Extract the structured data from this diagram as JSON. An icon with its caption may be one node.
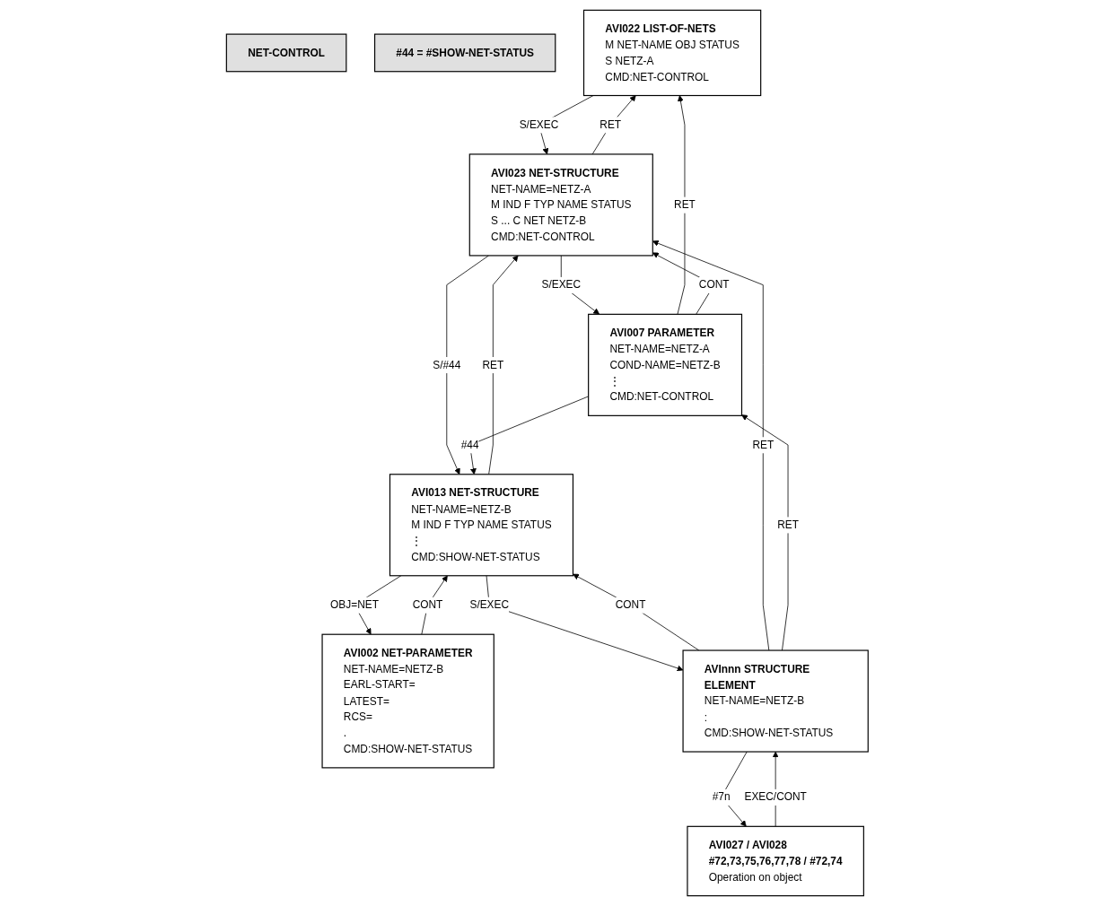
{
  "diagram": {
    "nodes": [
      {
        "text": [
          "NET-CONTROL"
        ]
      },
      {
        "text": [
          "#44 = #SHOW-NET-STATUS"
        ]
      },
      {
        "text": [
          "AVI022 LIST-OF-NETS",
          "M NET-NAME OBJ STATUS",
          "S NETZ-A",
          "CMD:NET-CONTROL"
        ]
      },
      {
        "text": [
          "AVI002 NET-PARAMETER",
          "NET-NAME=NETZ-B",
          "EARL-START=",
          "LATEST=",
          "RCS=",
          ".",
          "CMD:SHOW-NET-STATUS"
        ]
      },
      {
        "text": [
          "AVI023 NET-STRUCTURE",
          "NET-NAME=NETZ-A",
          "M IND F TYP NAME STATUS",
          "S ... C NET NETZ-B",
          "CMD:NET-CONTROL"
        ]
      },
      {
        "text": [
          "AVI013 NET-STRUCTURE",
          "NET-NAME=NETZ-B",
          "M IND F TYP NAME STATUS",
          "⋮",
          "CMD:SHOW-NET-STATUS"
        ]
      },
      {
        "text": [
          "AVI007 PARAMETER",
          "NET-NAME=NETZ-A",
          "COND-NAME=NETZ-B",
          "⋮",
          "CMD:NET-CONTROL"
        ]
      },
      {
        "text": [
          "AVInnn STRUCTURE ELEMENT",
          "NET-NAME=NETZ-B",
          ":",
          "CMD:SHOW-NET-STATUS"
        ]
      },
      {
        "text": [
          "AVI027 / AVI028",
          "#72,73,75,76,77,78 / #72,74",
          "Operation on object"
        ]
      }
    ],
    "edges": [
      {
        "from": 2,
        "to": 4,
        "arrow": "to",
        "label": "S/EXEC"
      },
      {
        "from": 4,
        "to": 2,
        "arrow": "to",
        "label": "RET"
      },
      {
        "from": 6,
        "to": 2,
        "arrow": "to",
        "label": "RET"
      },
      {
        "from": 6,
        "to": 4,
        "arrow": "to",
        "label": "CONT"
      },
      {
        "from": 4,
        "to": 6,
        "arrow": "to",
        "label": "S/EXEC"
      },
      {
        "from": 3,
        "to": 5,
        "arrow": "to",
        "label": "CONT"
      },
      {
        "from": 5,
        "to": 3,
        "arrow": "to",
        "label": "OBJ=NET"
      },
      {
        "from": 4,
        "to": 5,
        "arrow": "to",
        "label": "S/#44"
      },
      {
        "from": 5,
        "to": 4,
        "arrow": "to",
        "label": "RET"
      },
      {
        "from": 6,
        "to": 5,
        "arrow": "to",
        "label": "#44"
      },
      {
        "from": 5,
        "to": 7,
        "arrow": "to",
        "label": "S/EXEC"
      },
      {
        "from": 7,
        "to": 5,
        "arrow": "to",
        "label": "CONT"
      },
      {
        "from": 7,
        "to": 4,
        "arrow": "to",
        "label": "RET"
      },
      {
        "from": 7,
        "to": 6,
        "arrow": "to",
        "label": "RET"
      },
      {
        "from": 7,
        "to": 8,
        "arrow": "to",
        "label": "#7n"
      },
      {
        "from": 8,
        "to": 7,
        "arrow": "to",
        "label": "EXEC/CONT"
      }
    ]
  }
}
